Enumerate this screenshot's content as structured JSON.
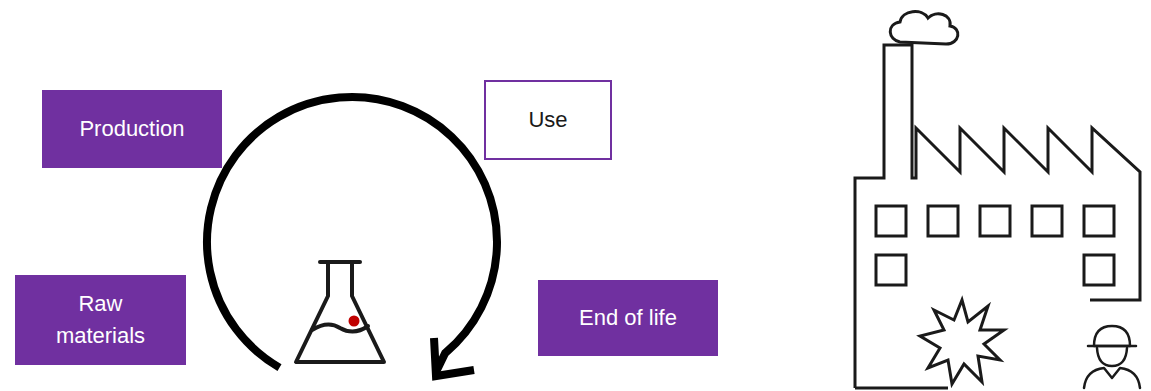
{
  "diagram": {
    "nodes": [
      {
        "text": [
          "Production"
        ]
      },
      {
        "text": [
          "Use"
        ]
      },
      {
        "text": [
          "Raw materials"
        ]
      },
      {
        "text": [
          "End of life"
        ]
      }
    ]
  }
}
